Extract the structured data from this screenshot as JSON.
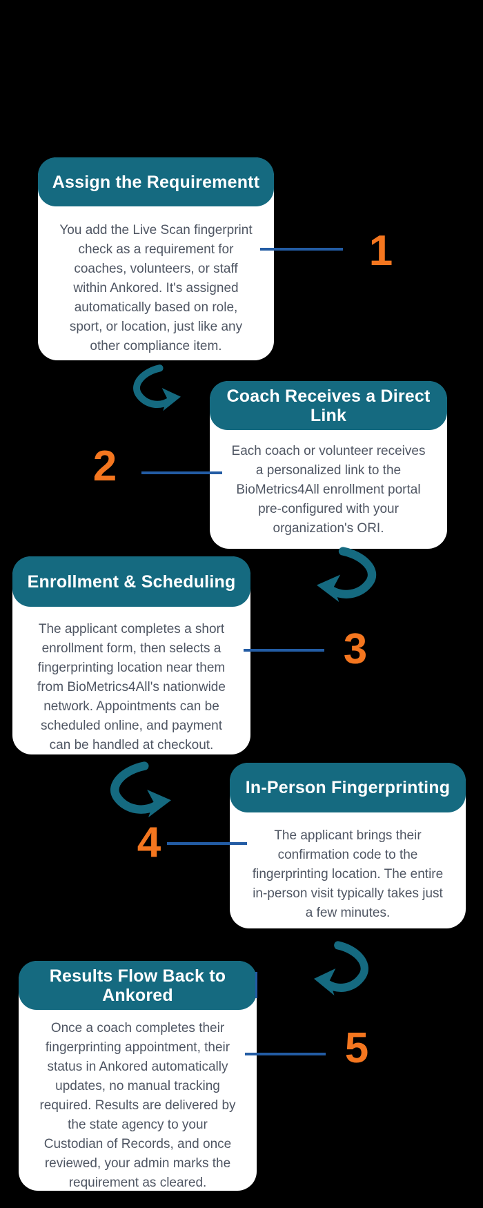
{
  "infographic": {
    "steps": [
      {
        "number": "1",
        "title": "Assign the Requirementt",
        "body": "You add the Live Scan fingerprint\ncheck as a requirement for\ncoaches, volunteers, or staff\nwithin Ankored. It's assigned\nautomatically based on role,\nsport, or location, just like any\nother compliance item."
      },
      {
        "number": "2",
        "title": "Coach Receives a Direct\nLink",
        "body": "Each coach or volunteer receives\na personalized link to the\nBioMetrics4All enrollment portal\npre-configured with your\norganization's ORI."
      },
      {
        "number": "3",
        "title": "Enrollment & Scheduling",
        "body": "The applicant completes a short\nenrollment form, then selects a\nfingerprinting location near them\nfrom BioMetrics4All's nationwide\nnetwork. Appointments can be\nscheduled online, and payment\ncan be handled at checkout."
      },
      {
        "number": "4",
        "title": "In-Person Fingerprinting",
        "body": "The applicant brings their\nconfirmation code to the\nfingerprinting location. The entire\nin-person visit typically takes just\na few minutes."
      },
      {
        "number": "5",
        "title": "Results Flow Back to\nAnkored",
        "body": "Once a coach completes their\nfingerprinting appointment, their\nstatus in Ankored automatically\nupdates, no manual tracking\nrequired. Results are delivered by\nthe state agency to your\nCustodian of Records, and once\nreviewed, your admin marks the\nrequirement as cleared."
      }
    ],
    "icons": {
      "flow_arrow": "curved-swoosh-arrow"
    },
    "colors": {
      "header_teal": "#156A80",
      "number_orange": "#F4761F",
      "connector_blue": "#235CA4",
      "body_text": "#4F5663",
      "card_bg": "#FFFFFF",
      "background": "#000000"
    }
  }
}
